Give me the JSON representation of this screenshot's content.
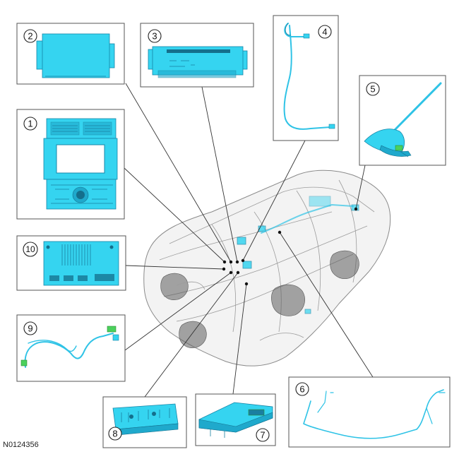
{
  "figure_id": "N0124356",
  "callouts": [
    {
      "number": "1"
    },
    {
      "number": "2"
    },
    {
      "number": "3"
    },
    {
      "number": "4"
    },
    {
      "number": "5"
    },
    {
      "number": "6"
    },
    {
      "number": "7"
    },
    {
      "number": "8"
    },
    {
      "number": "9"
    },
    {
      "number": "10"
    }
  ],
  "colors": {
    "component": "#35d4f0",
    "component_edge": "#1786a8",
    "connector": "#4bd15c",
    "vehicle": "#9c9c9c"
  }
}
